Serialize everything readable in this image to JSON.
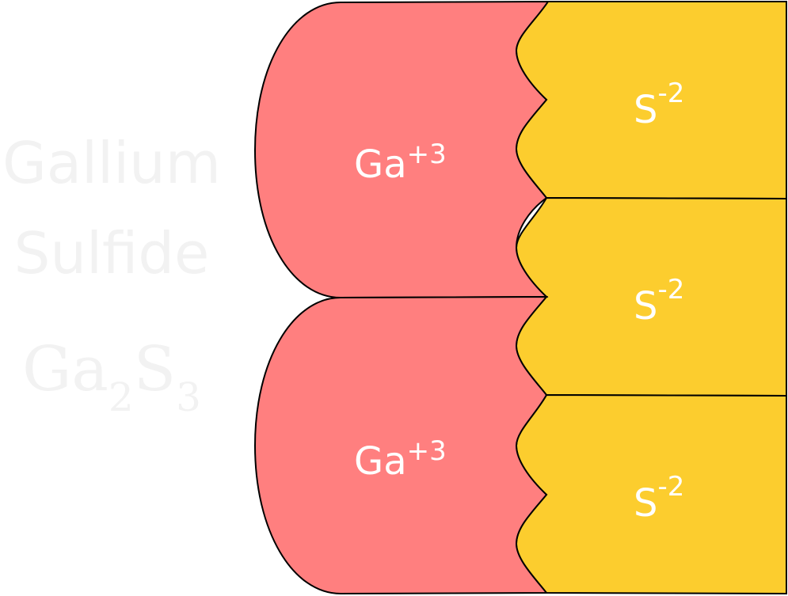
{
  "title": {
    "line1": "Gallium",
    "line2": "Sulfide"
  },
  "formula": {
    "element1": "Ga",
    "sub1": "2",
    "element2": "S",
    "sub2": "3"
  },
  "cations": [
    {
      "symbol": "Ga",
      "charge": "+3"
    },
    {
      "symbol": "Ga",
      "charge": "+3"
    }
  ],
  "anions": [
    {
      "symbol": "S",
      "charge": "-2"
    },
    {
      "symbol": "S",
      "charge": "-2"
    },
    {
      "symbol": "S",
      "charge": "-2"
    }
  ],
  "colors": {
    "cation_fill": "#ff7f7f",
    "anion_fill": "#fccd2e",
    "outline": "#000000",
    "label": "#ffffff",
    "title_text": "#f2f2f2"
  }
}
